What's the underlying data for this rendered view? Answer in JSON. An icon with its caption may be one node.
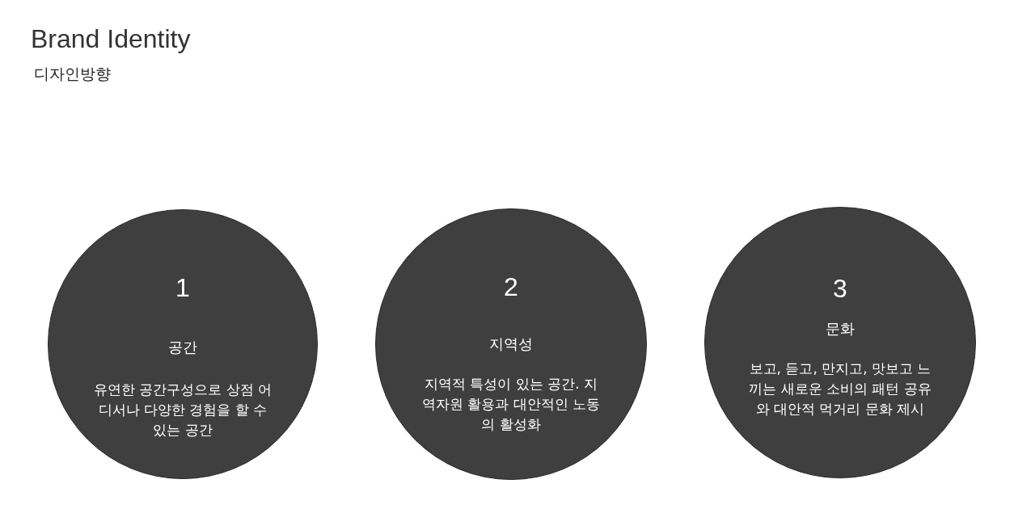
{
  "diagram": {
    "title": "Brand Identity",
    "nodes": [
      {
        "text": [
          "1",
          "공간",
          "유연한 공간구성으로 상점 어디서나 다양한 경험을 할 수 있는 공간"
        ]
      },
      {
        "text": [
          "2",
          "지역성",
          "지역적 특성이 있는 공간. 지역자원 활용과 대안적인 노동의 활성화"
        ]
      },
      {
        "text": [
          "3",
          "문화",
          "보고, 듣고, 만지고, 맛보고 느끼는 새로운 소비의 패턴 공유와 대안적 먹거리 문화 제시"
        ]
      }
    ],
    "labels": [
      "디자인방향"
    ]
  }
}
